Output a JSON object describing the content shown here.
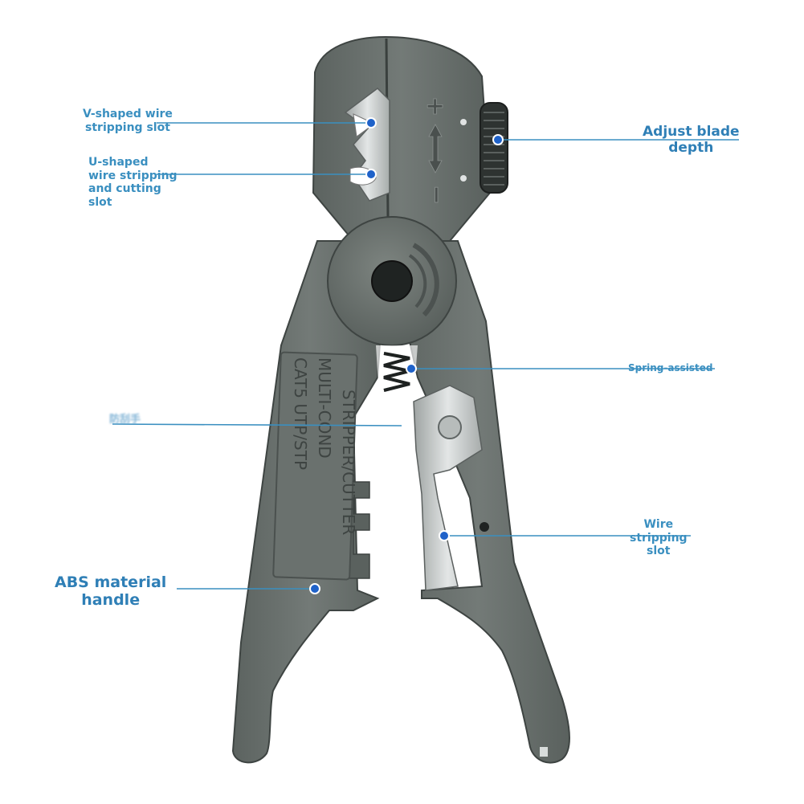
{
  "labels": {
    "v_slot": [
      "V-shaped wire",
      "stripping slot"
    ],
    "u_slot": [
      "U-shaped",
      "wire stripping",
      "and cutting",
      "slot"
    ],
    "adjust": [
      "Adjust blade",
      "depth"
    ],
    "spring": [
      "Spring-assisted"
    ],
    "hidden": [
      "防刮手"
    ],
    "wire_slot": [
      "Wire",
      "stripping",
      "slot"
    ],
    "handle": [
      "ABS material",
      "handle"
    ]
  },
  "tool_text": {
    "panel_lines": [
      "CAT5 UTP/STP",
      "MULTI-COND",
      "STRIPPER/CUTTER"
    ],
    "plus_sign": "+",
    "minus_sign": "−"
  },
  "colors": {
    "body": "#6c7370",
    "body_dark": "#4d5350",
    "accent": "#3a8fc0",
    "dot": "#1f62c9"
  }
}
